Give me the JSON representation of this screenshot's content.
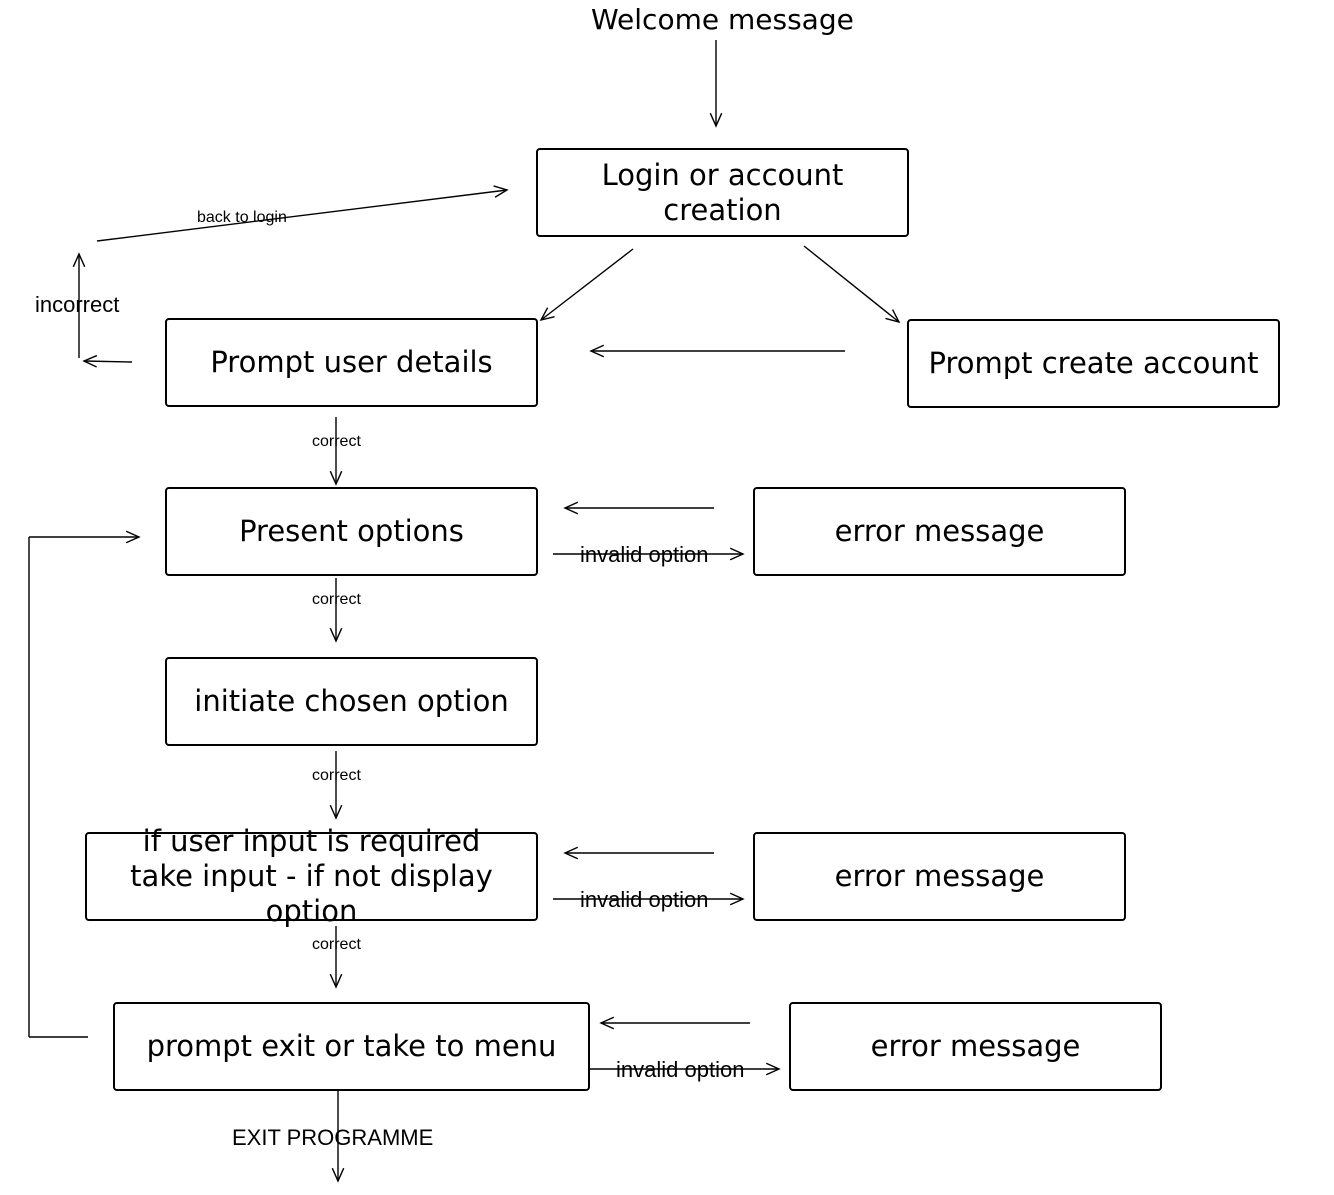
{
  "title": "Welcome message",
  "nodes": {
    "login": "Login or account creation",
    "prompt_user_details": "Prompt user details",
    "prompt_create_account": "Prompt create account",
    "present_options": "Present options",
    "error_options": "error message",
    "initiate_chosen_option": "initiate chosen option",
    "user_input": "if user input is required\ntake input - if not display option",
    "error_input": "error message",
    "prompt_exit": "prompt exit or take to menu",
    "error_exit": "error message"
  },
  "edge_labels": {
    "back_to_login": "back to login",
    "incorrect": "incorrect",
    "correct_1": "correct",
    "correct_2": "correct",
    "correct_3": "correct",
    "correct_4": "correct",
    "invalid_option_1": "invalid option",
    "invalid_option_2": "invalid option",
    "invalid_option_3": "invalid option",
    "exit_programme": "EXIT PROGRAMME"
  }
}
